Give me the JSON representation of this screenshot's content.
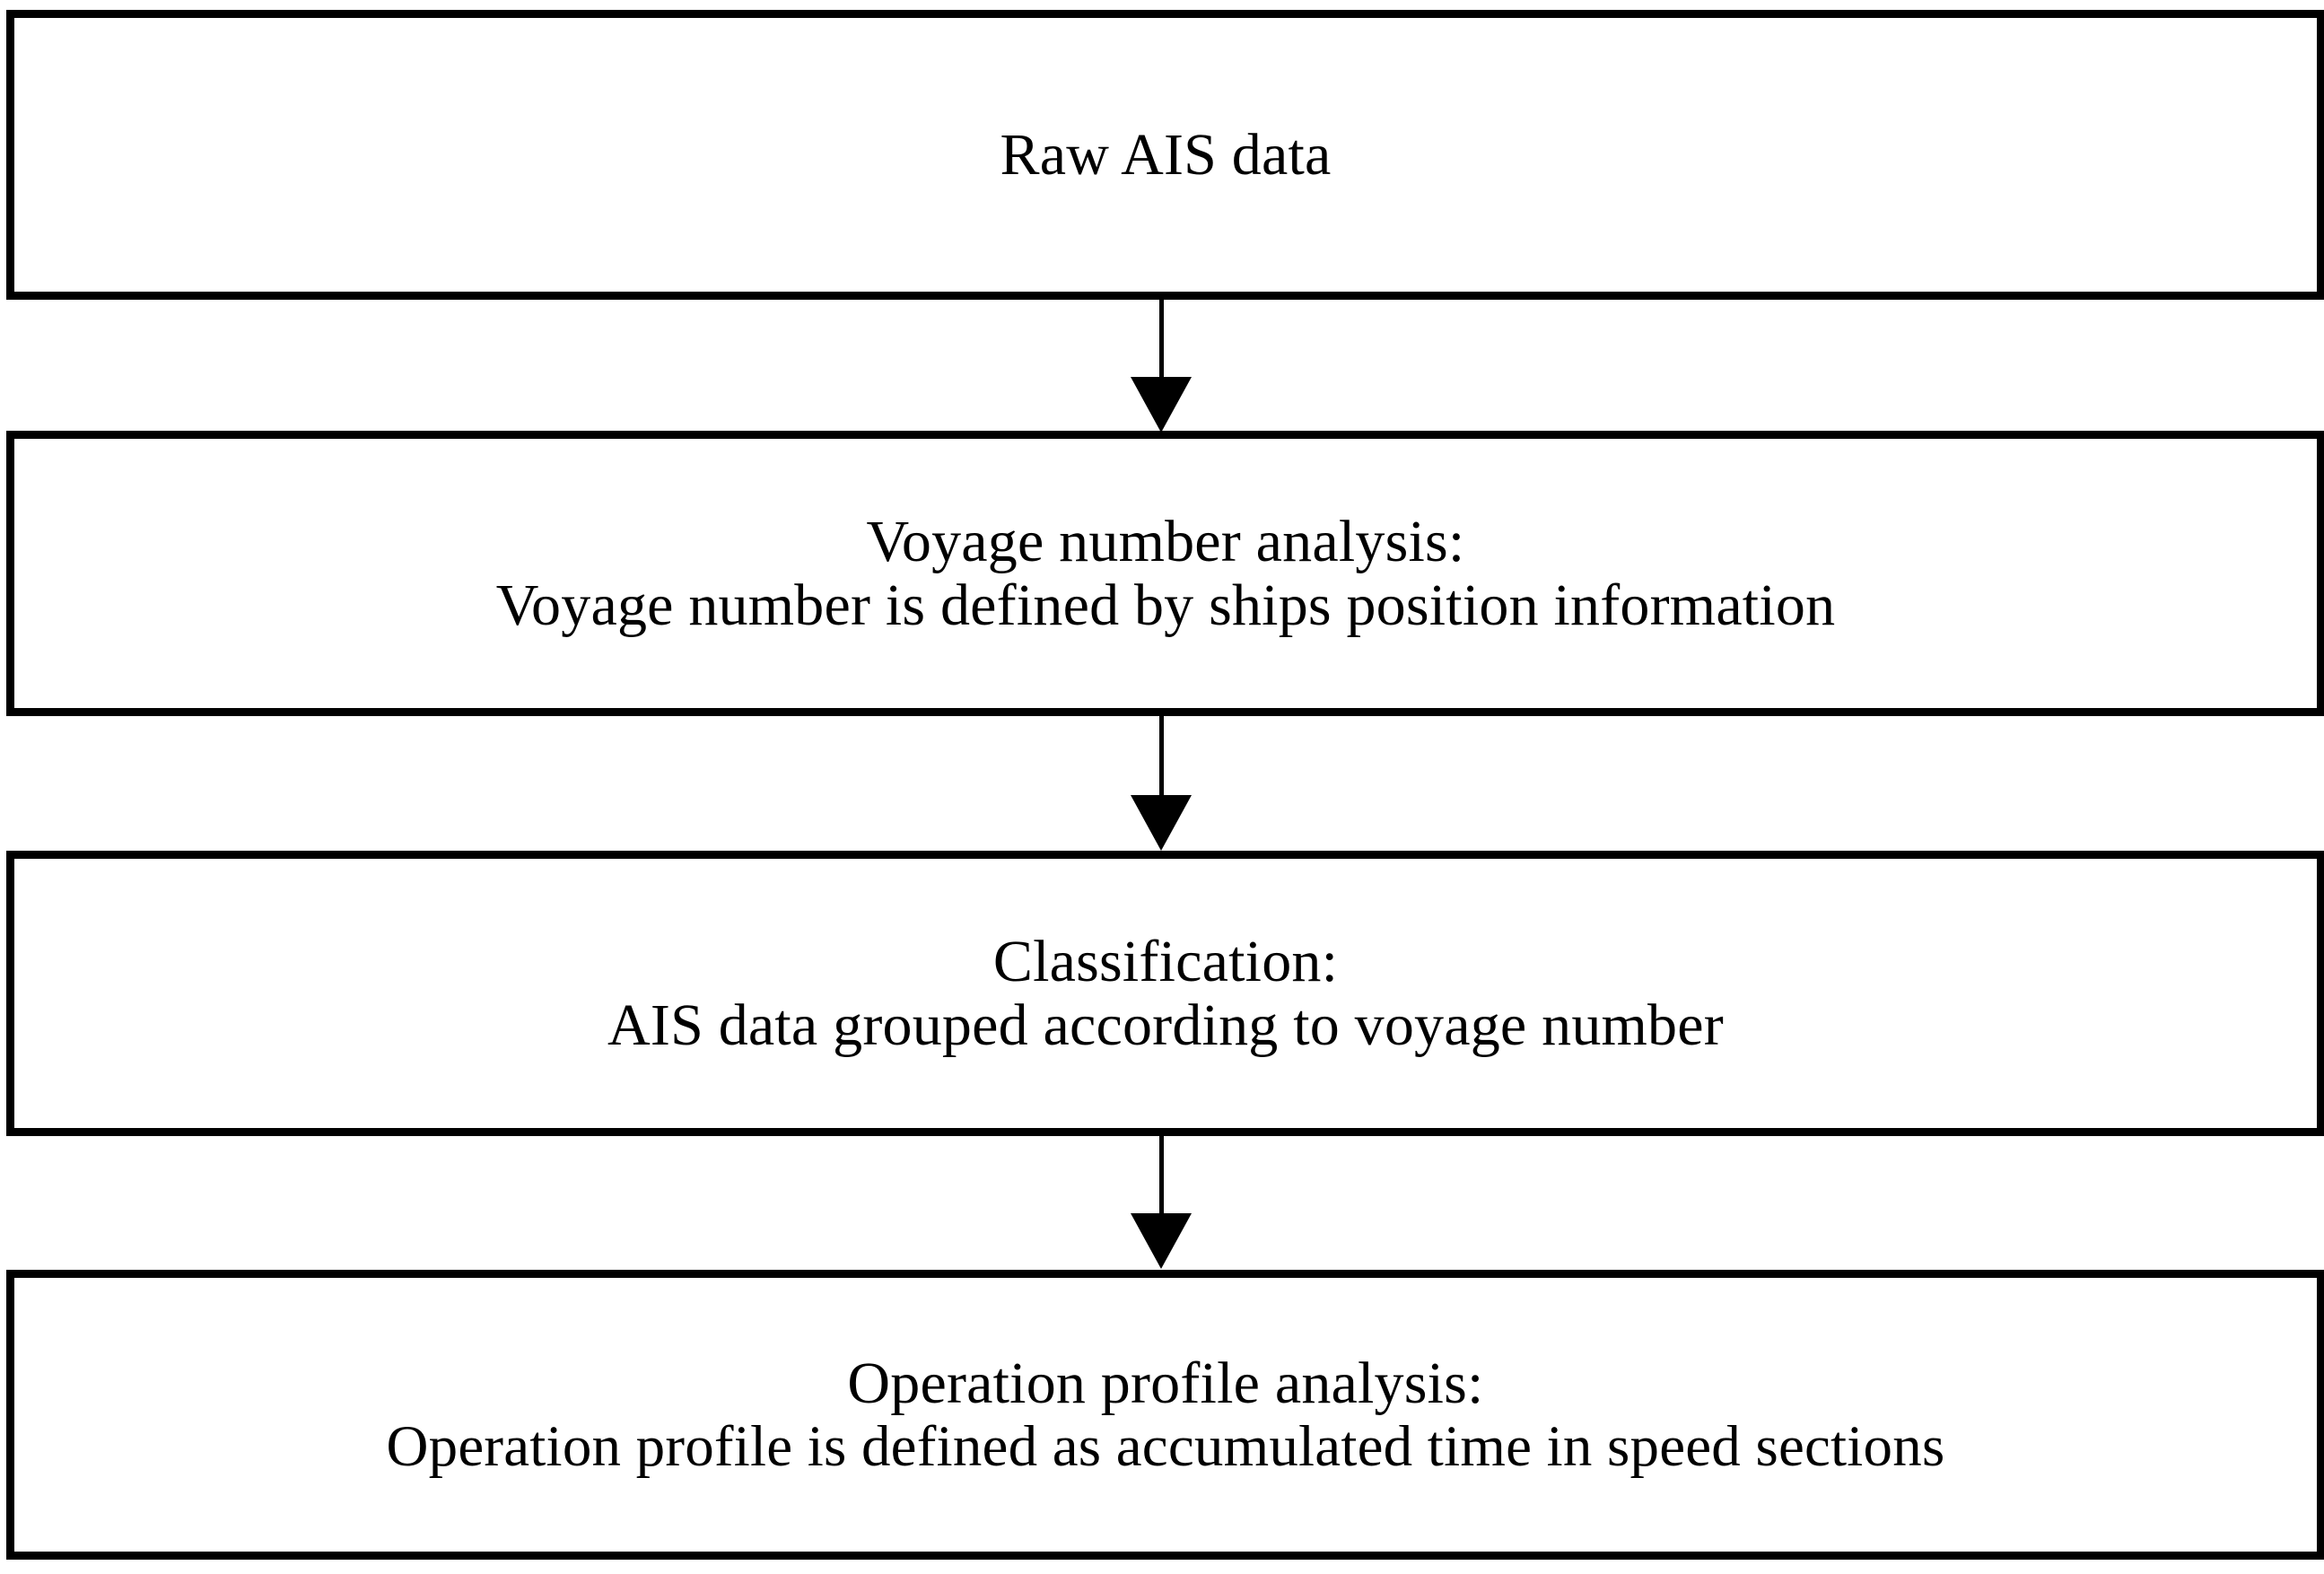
{
  "diagram": {
    "type": "flowchart",
    "orientation": "vertical-top-to-bottom",
    "background_color": "#ffffff",
    "border_color": "#000000",
    "text_color": "#000000",
    "nodes": [
      {
        "id": "raw-ais-data",
        "shape": "rectangle",
        "lines": [
          "Raw AIS data"
        ],
        "line1": "Raw AIS data",
        "line2": ""
      },
      {
        "id": "voyage-number-analysis",
        "shape": "rectangle",
        "lines": [
          "Voyage number analysis:",
          "Voyage number is defined by ships position information"
        ],
        "line1": "Voyage number analysis:",
        "line2": "Voyage number is defined by ships position information"
      },
      {
        "id": "classification",
        "shape": "rectangle",
        "lines": [
          "Classification:",
          "AIS data grouped according to voyage number"
        ],
        "line1": "Classification:",
        "line2": "AIS data grouped according to voyage number"
      },
      {
        "id": "operation-profile-analysis",
        "shape": "rectangle",
        "lines": [
          "Operation profile analysis:",
          "Operation profile is defined as accumulated time in speed sections"
        ],
        "line1": "Operation profile analysis:",
        "line2": "Operation profile is defined as accumulated time in speed sections"
      }
    ],
    "connectors": [
      {
        "id": "arrow-1",
        "from": "raw-ais-data",
        "to": "voyage-number-analysis",
        "style": "solid-line-filled-arrowhead",
        "direction": "down"
      },
      {
        "id": "arrow-2",
        "from": "voyage-number-analysis",
        "to": "classification",
        "style": "solid-line-filled-arrowhead",
        "direction": "down"
      },
      {
        "id": "arrow-3",
        "from": "classification",
        "to": "operation-profile-analysis",
        "style": "solid-line-filled-arrowhead",
        "direction": "down"
      }
    ]
  }
}
